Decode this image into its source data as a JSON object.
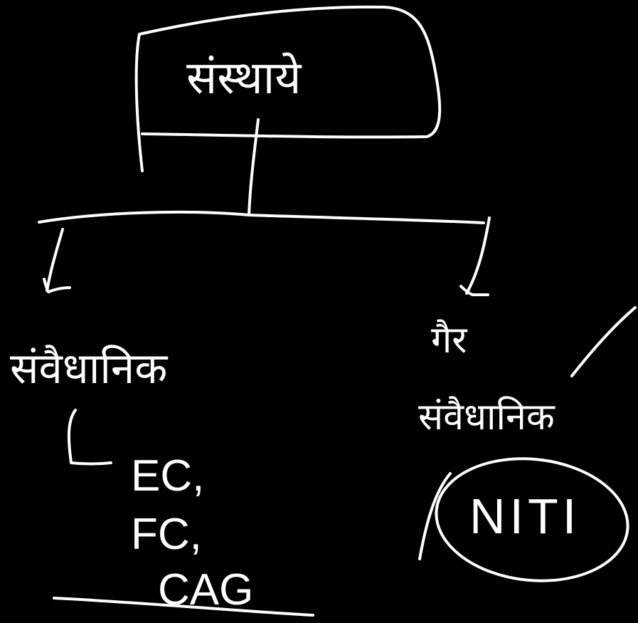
{
  "root": {
    "label": "संस्थाये"
  },
  "branches": {
    "left": {
      "label": "संवैधानिक",
      "examples": [
        "EC,",
        "FC,",
        "CAG"
      ]
    },
    "right": {
      "prefix": "गैर",
      "label": "संवैधानिक",
      "example": "NITI"
    }
  }
}
